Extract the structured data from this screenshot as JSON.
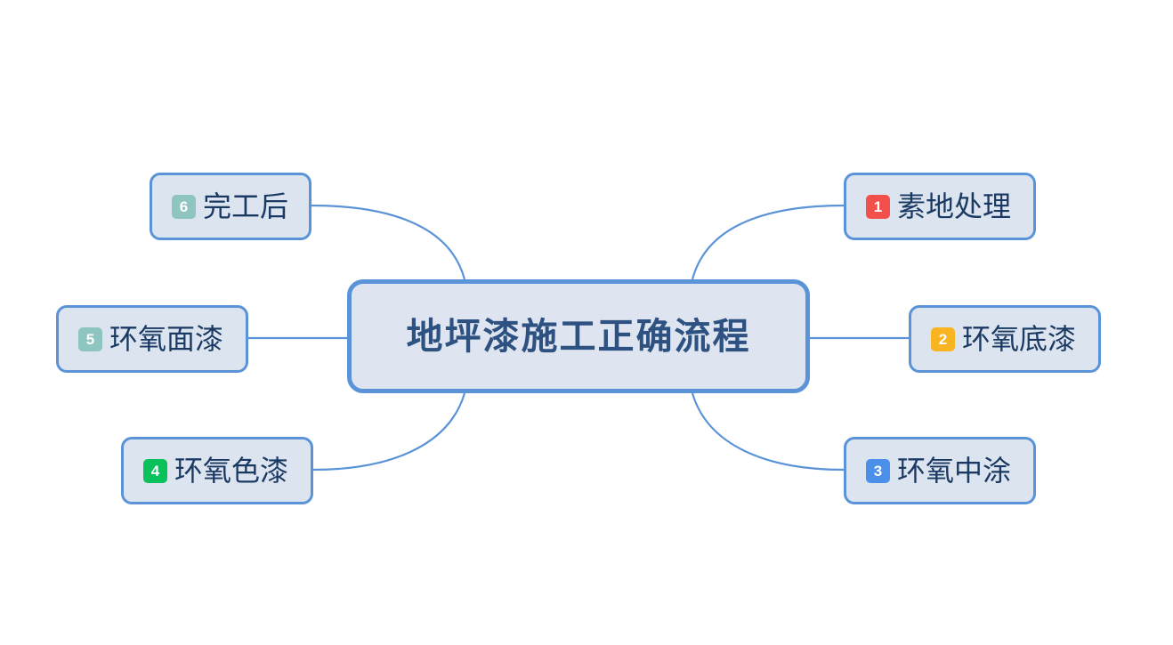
{
  "diagram": {
    "type": "mind-map",
    "title": "地坪漆施工正确流程",
    "background_color": "#FFFFFF",
    "node_fill_color": "#DCE4F0",
    "node_border_color": "#5B93D8",
    "text_color": "#1B3A63",
    "center_text_color": "#2D5180",
    "edge_color": "#5B93D8",
    "center": {
      "label": "地坪漆施工正确流程"
    },
    "branches": [
      {
        "number": "1",
        "label": "素地处理",
        "badge_color": "#F2504B",
        "side": "right",
        "position": "top"
      },
      {
        "number": "2",
        "label": "环氧底漆",
        "badge_color": "#F8B521",
        "side": "right",
        "position": "middle"
      },
      {
        "number": "3",
        "label": "环氧中涂",
        "badge_color": "#4A90E8",
        "side": "right",
        "position": "bottom"
      },
      {
        "number": "4",
        "label": "环氧色漆",
        "badge_color": "#09C15A",
        "side": "left",
        "position": "bottom"
      },
      {
        "number": "5",
        "label": "环氧面漆",
        "badge_color": "#8FC5C0",
        "side": "left",
        "position": "middle"
      },
      {
        "number": "6",
        "label": "完工后",
        "badge_color": "#8FC5C0",
        "side": "left",
        "position": "top"
      }
    ]
  }
}
